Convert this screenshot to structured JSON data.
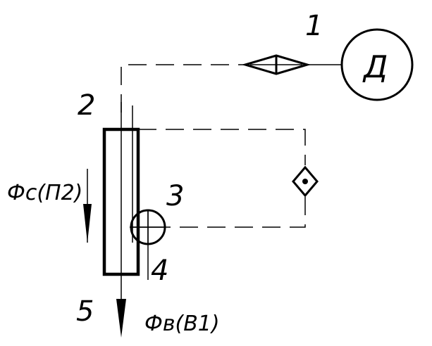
{
  "labels": {
    "num_1": "1",
    "num_2": "2",
    "num_3": "3",
    "num_4": "4",
    "num_5": "5",
    "motor": "Д",
    "flux_c": "Фс(П2)",
    "flux_b": "Фв(В1)"
  }
}
